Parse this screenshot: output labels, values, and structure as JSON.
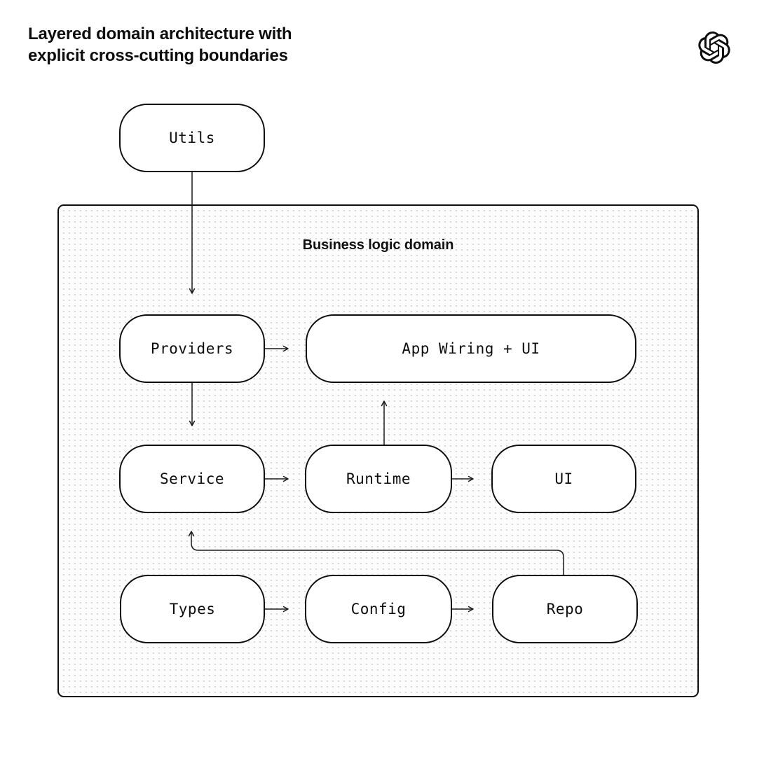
{
  "header": {
    "title_line1": "Layered domain architecture with",
    "title_line2": "explicit cross-cutting boundaries",
    "logo_icon": "openai-logo"
  },
  "diagram": {
    "container_label": "Business logic domain",
    "nodes": {
      "utils": {
        "label": "Utils"
      },
      "providers": {
        "label": "Providers"
      },
      "app_wiring": {
        "label": "App Wiring + UI"
      },
      "service": {
        "label": "Service"
      },
      "runtime": {
        "label": "Runtime"
      },
      "ui": {
        "label": "UI"
      },
      "types": {
        "label": "Types"
      },
      "config": {
        "label": "Config"
      },
      "repo": {
        "label": "Repo"
      }
    },
    "edges": [
      {
        "from": "Utils",
        "to": "Providers"
      },
      {
        "from": "Providers",
        "to": "App Wiring + UI"
      },
      {
        "from": "Providers",
        "to": "Service"
      },
      {
        "from": "Runtime",
        "to": "App Wiring + UI"
      },
      {
        "from": "Service",
        "to": "Runtime"
      },
      {
        "from": "Runtime",
        "to": "UI"
      },
      {
        "from": "Types",
        "to": "Config"
      },
      {
        "from": "Config",
        "to": "Repo"
      },
      {
        "from": "Repo",
        "to": "Service"
      }
    ]
  },
  "colors": {
    "ink": "#0d0d0d",
    "edge_stroke": "#1a1a1a",
    "node_fill": "#ffffff",
    "container_fill": "#fdfdfd",
    "dot": "#d8d8d8"
  }
}
